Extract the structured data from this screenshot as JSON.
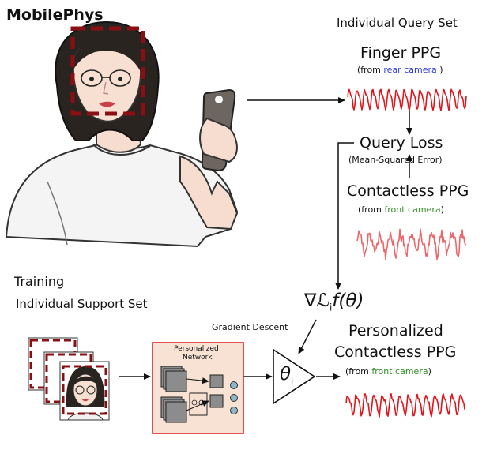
{
  "title": "MobilePhys",
  "query_set": {
    "heading": "Individual Query Set",
    "finger_ppg": "Finger PPG",
    "from_open": "(from ",
    "rear_camera": "rear camera",
    "rear_close": " )",
    "query_loss": "Query Loss",
    "mse": "(Mean-Squared Error)",
    "contactless_ppg": "Contactless PPG",
    "from_open2": "(from ",
    "front_camera": "front camera",
    "front_close": ")"
  },
  "training": {
    "heading": "Training",
    "support_set": "Individual Support Set",
    "network_line1": "Personalized",
    "network_line2": "Network",
    "gradient_descent": "Gradient Descent",
    "gradient_symbol": "∇ℒ",
    "gradient_sub": "i",
    "gradient_func": "f(θ)",
    "theta": "θ",
    "theta_sub": "i"
  },
  "output": {
    "line1": "Personalized",
    "line2": "Contactless PPG",
    "from_open": "(from ",
    "front_camera": "front camera",
    "front_close": ")"
  },
  "colors": {
    "signal_red": "#e0161c",
    "rear_blue": "#2f3ce0",
    "front_green": "#2f8f22",
    "face_box": "#8b0f12",
    "network_bg": "#f7e2d3",
    "network_border": "#d9262a"
  }
}
